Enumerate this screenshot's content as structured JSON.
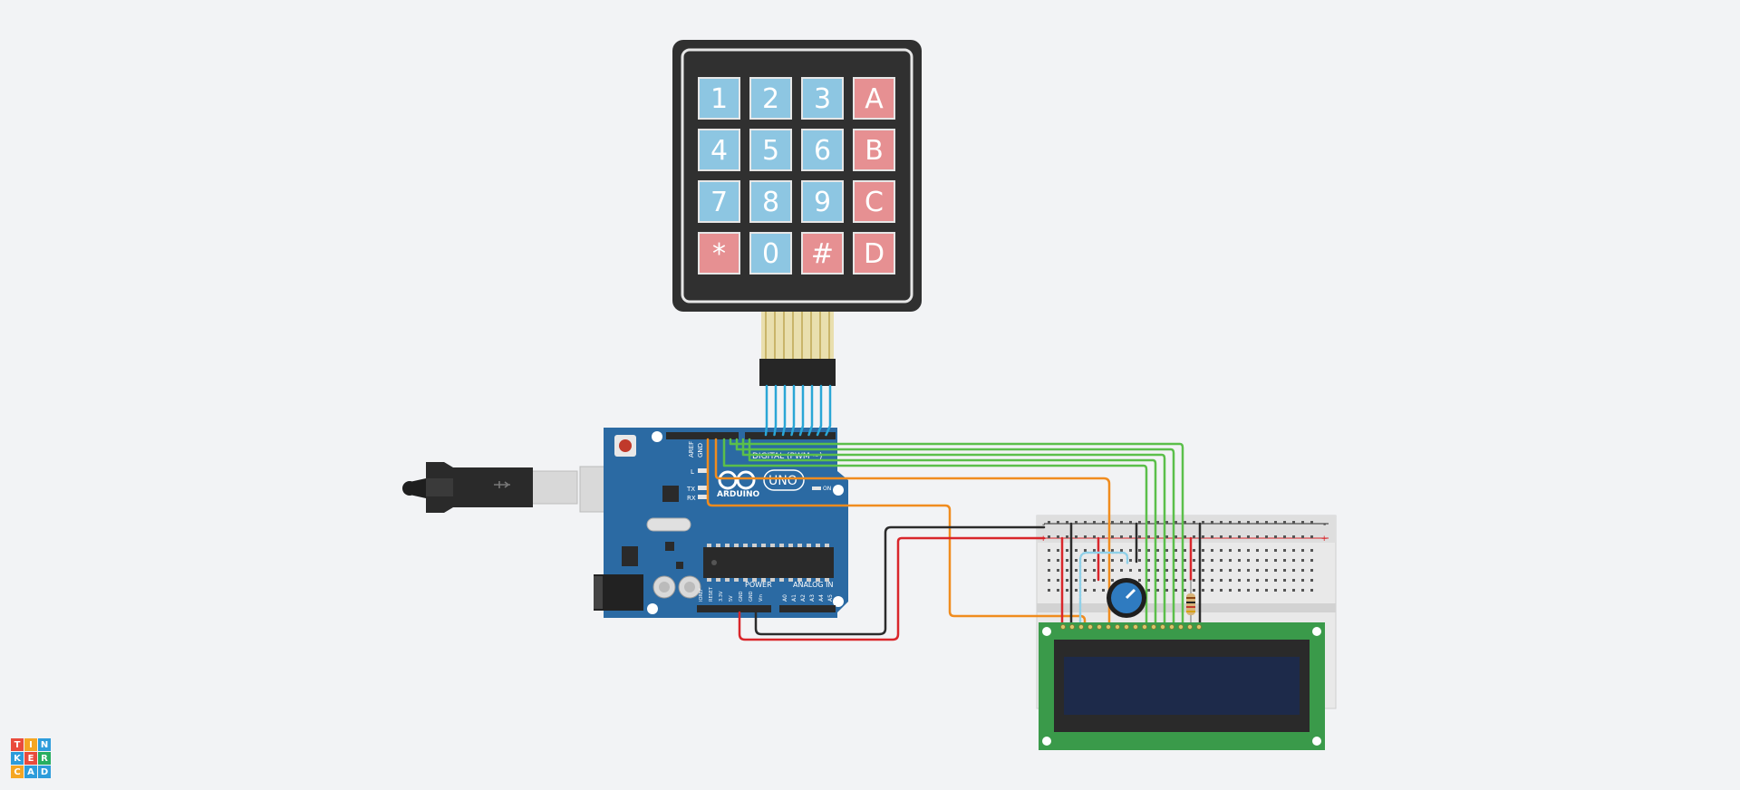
{
  "app": {
    "logo_letters": [
      "T",
      "I",
      "N",
      "K",
      "E",
      "R",
      "C",
      "A",
      "D"
    ],
    "logo_colors": [
      "#e94b3c",
      "#f5a623",
      "#2d9cdb",
      "#2d9cdb",
      "#e94b3c",
      "#27ae60",
      "#f5a623",
      "#2d9cdb",
      "#2d9cdb"
    ]
  },
  "keypad": {
    "keys": [
      "1",
      "2",
      "3",
      "A",
      "4",
      "5",
      "6",
      "B",
      "7",
      "8",
      "9",
      "C",
      "*",
      "0",
      "#",
      "D"
    ],
    "key_types": [
      "num",
      "num",
      "num",
      "letter",
      "num",
      "num",
      "num",
      "letter",
      "num",
      "num",
      "num",
      "letter",
      "letter",
      "num",
      "letter",
      "letter"
    ]
  },
  "arduino": {
    "brand": "ARDUINO",
    "model": "UNO",
    "label_digital": "DIGITAL (PWM ~)",
    "label_power": "POWER",
    "label_analog": "ANALOG IN",
    "label_aref": "AREF",
    "label_gnd": "GND",
    "label_l": "L",
    "label_tx": "TX",
    "label_rx": "RX",
    "label_on": "ON",
    "power_pins": [
      "IOREF",
      "RESET",
      "3.3V",
      "5V",
      "GND",
      "GND",
      "Vin"
    ],
    "analog_pins": [
      "A0",
      "A1",
      "A2",
      "A3",
      "A4",
      "A5"
    ]
  },
  "breadboard": {
    "rail_plus": "+",
    "rail_minus": "-"
  },
  "colors": {
    "wire_orange": "#f08c1e",
    "wire_green": "#5bbf4a",
    "wire_blue": "#2aa6d6",
    "wire_red": "#d9262b",
    "wire_black": "#2b2b2b",
    "pcb_blue": "#2b6aa3",
    "lcd_green": "#3a9a4a",
    "lcd_screen": "#1d2a4a",
    "key_blue": "#8dc6e2",
    "key_red": "#e69092",
    "keypad_body": "#303030"
  }
}
